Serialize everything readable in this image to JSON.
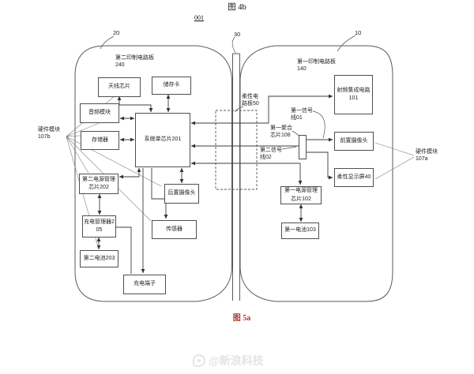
{
  "figure": {
    "top_caption": "图 4b",
    "doc_number": "001",
    "bottom_caption": "图 5a"
  },
  "hinge": {
    "ref": "30"
  },
  "flex_pcb": {
    "label": "柔性电路板50"
  },
  "left_board": {
    "ref": "20",
    "title": "第二印制电路板",
    "number": "240",
    "hw_module": {
      "label": "硬件模块",
      "ref": "107b"
    },
    "boxes": {
      "antenna_chip": "天线芯片",
      "memory_card": "储存卡",
      "audio_module": "音频模块",
      "soc": "系统单芯片201",
      "memory": "存储器",
      "power_mgmt_chip2": "第二电源管理芯片202",
      "rear_camera": "后置摄像头",
      "charge_manager": "充电管理器205",
      "sensor": "传感器",
      "battery2": "第二电池203",
      "charge_terminal": "充电端子"
    }
  },
  "right_board": {
    "ref": "10",
    "title": "第一印制电路板",
    "number": "140",
    "hw_module": {
      "label": "硬件模块",
      "ref": "107a"
    },
    "boxes": {
      "rf_ic": "射频集成电路101",
      "front_camera": "前置摄像头",
      "flex_display": "柔性显示屏40",
      "power_mgmt_chip1": "第一电源管理芯片102",
      "battery1": "第一电池103"
    },
    "labels": {
      "signal_line1": "第一信号线01",
      "aggregation_chip": "第一聚合芯片108",
      "signal_line2": "第二信号线02"
    }
  },
  "watermark": {
    "handle": "@新浪科技"
  },
  "colors": {
    "caption_red": "#b0382c",
    "line": "#4a4a4a",
    "watermark_gray": "#e4e4e4"
  }
}
